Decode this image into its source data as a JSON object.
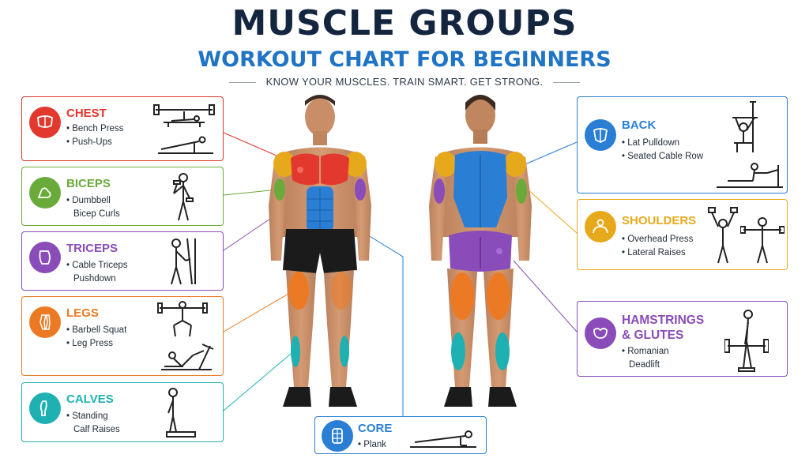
{
  "header": {
    "title": "MUSCLE GROUPS",
    "subtitle": "WORKOUT CHART FOR BEGINNERS",
    "tagline": "KNOW YOUR MUSCLES. TRAIN SMART. GET STRONG."
  },
  "cards": {
    "chest": {
      "name": "CHEST",
      "color": "#e2382d",
      "exercises": [
        "• Bench Press",
        "• Push-Ups"
      ]
    },
    "biceps": {
      "name": "BICEPS",
      "color": "#6aaa3a",
      "exercises": [
        "• Dumbbell",
        "Bicep Curls"
      ]
    },
    "triceps": {
      "name": "TRICEPS",
      "color": "#8a4cb8",
      "exercises": [
        "• Cable Triceps",
        "Pushdown"
      ]
    },
    "legs": {
      "name": "LEGS",
      "color": "#ec7a24",
      "exercises": [
        "• Barbell Squat",
        "• Leg Press"
      ]
    },
    "calves": {
      "name": "CALVES",
      "color": "#1fb0b2",
      "exercises": [
        "• Standing",
        "Calf Raises"
      ]
    },
    "back": {
      "name": "BACK",
      "color": "#2a7fd4",
      "exercises": [
        "• Lat Pulldown",
        "• Seated Cable Row"
      ]
    },
    "shoulders": {
      "name": "SHOULDERS",
      "color": "#e7a91c",
      "exercises": [
        "• Overhead Press",
        "• Lateral Raises"
      ]
    },
    "hamstrings": {
      "name": "HAMSTRINGS",
      "name2": "& GLUTES",
      "color": "#8a4cb8",
      "exercises": [
        "• Romanian",
        "Deadlift"
      ]
    },
    "core": {
      "name": "CORE",
      "color": "#2a7fd4",
      "exercises": [
        "• Plank"
      ]
    }
  }
}
